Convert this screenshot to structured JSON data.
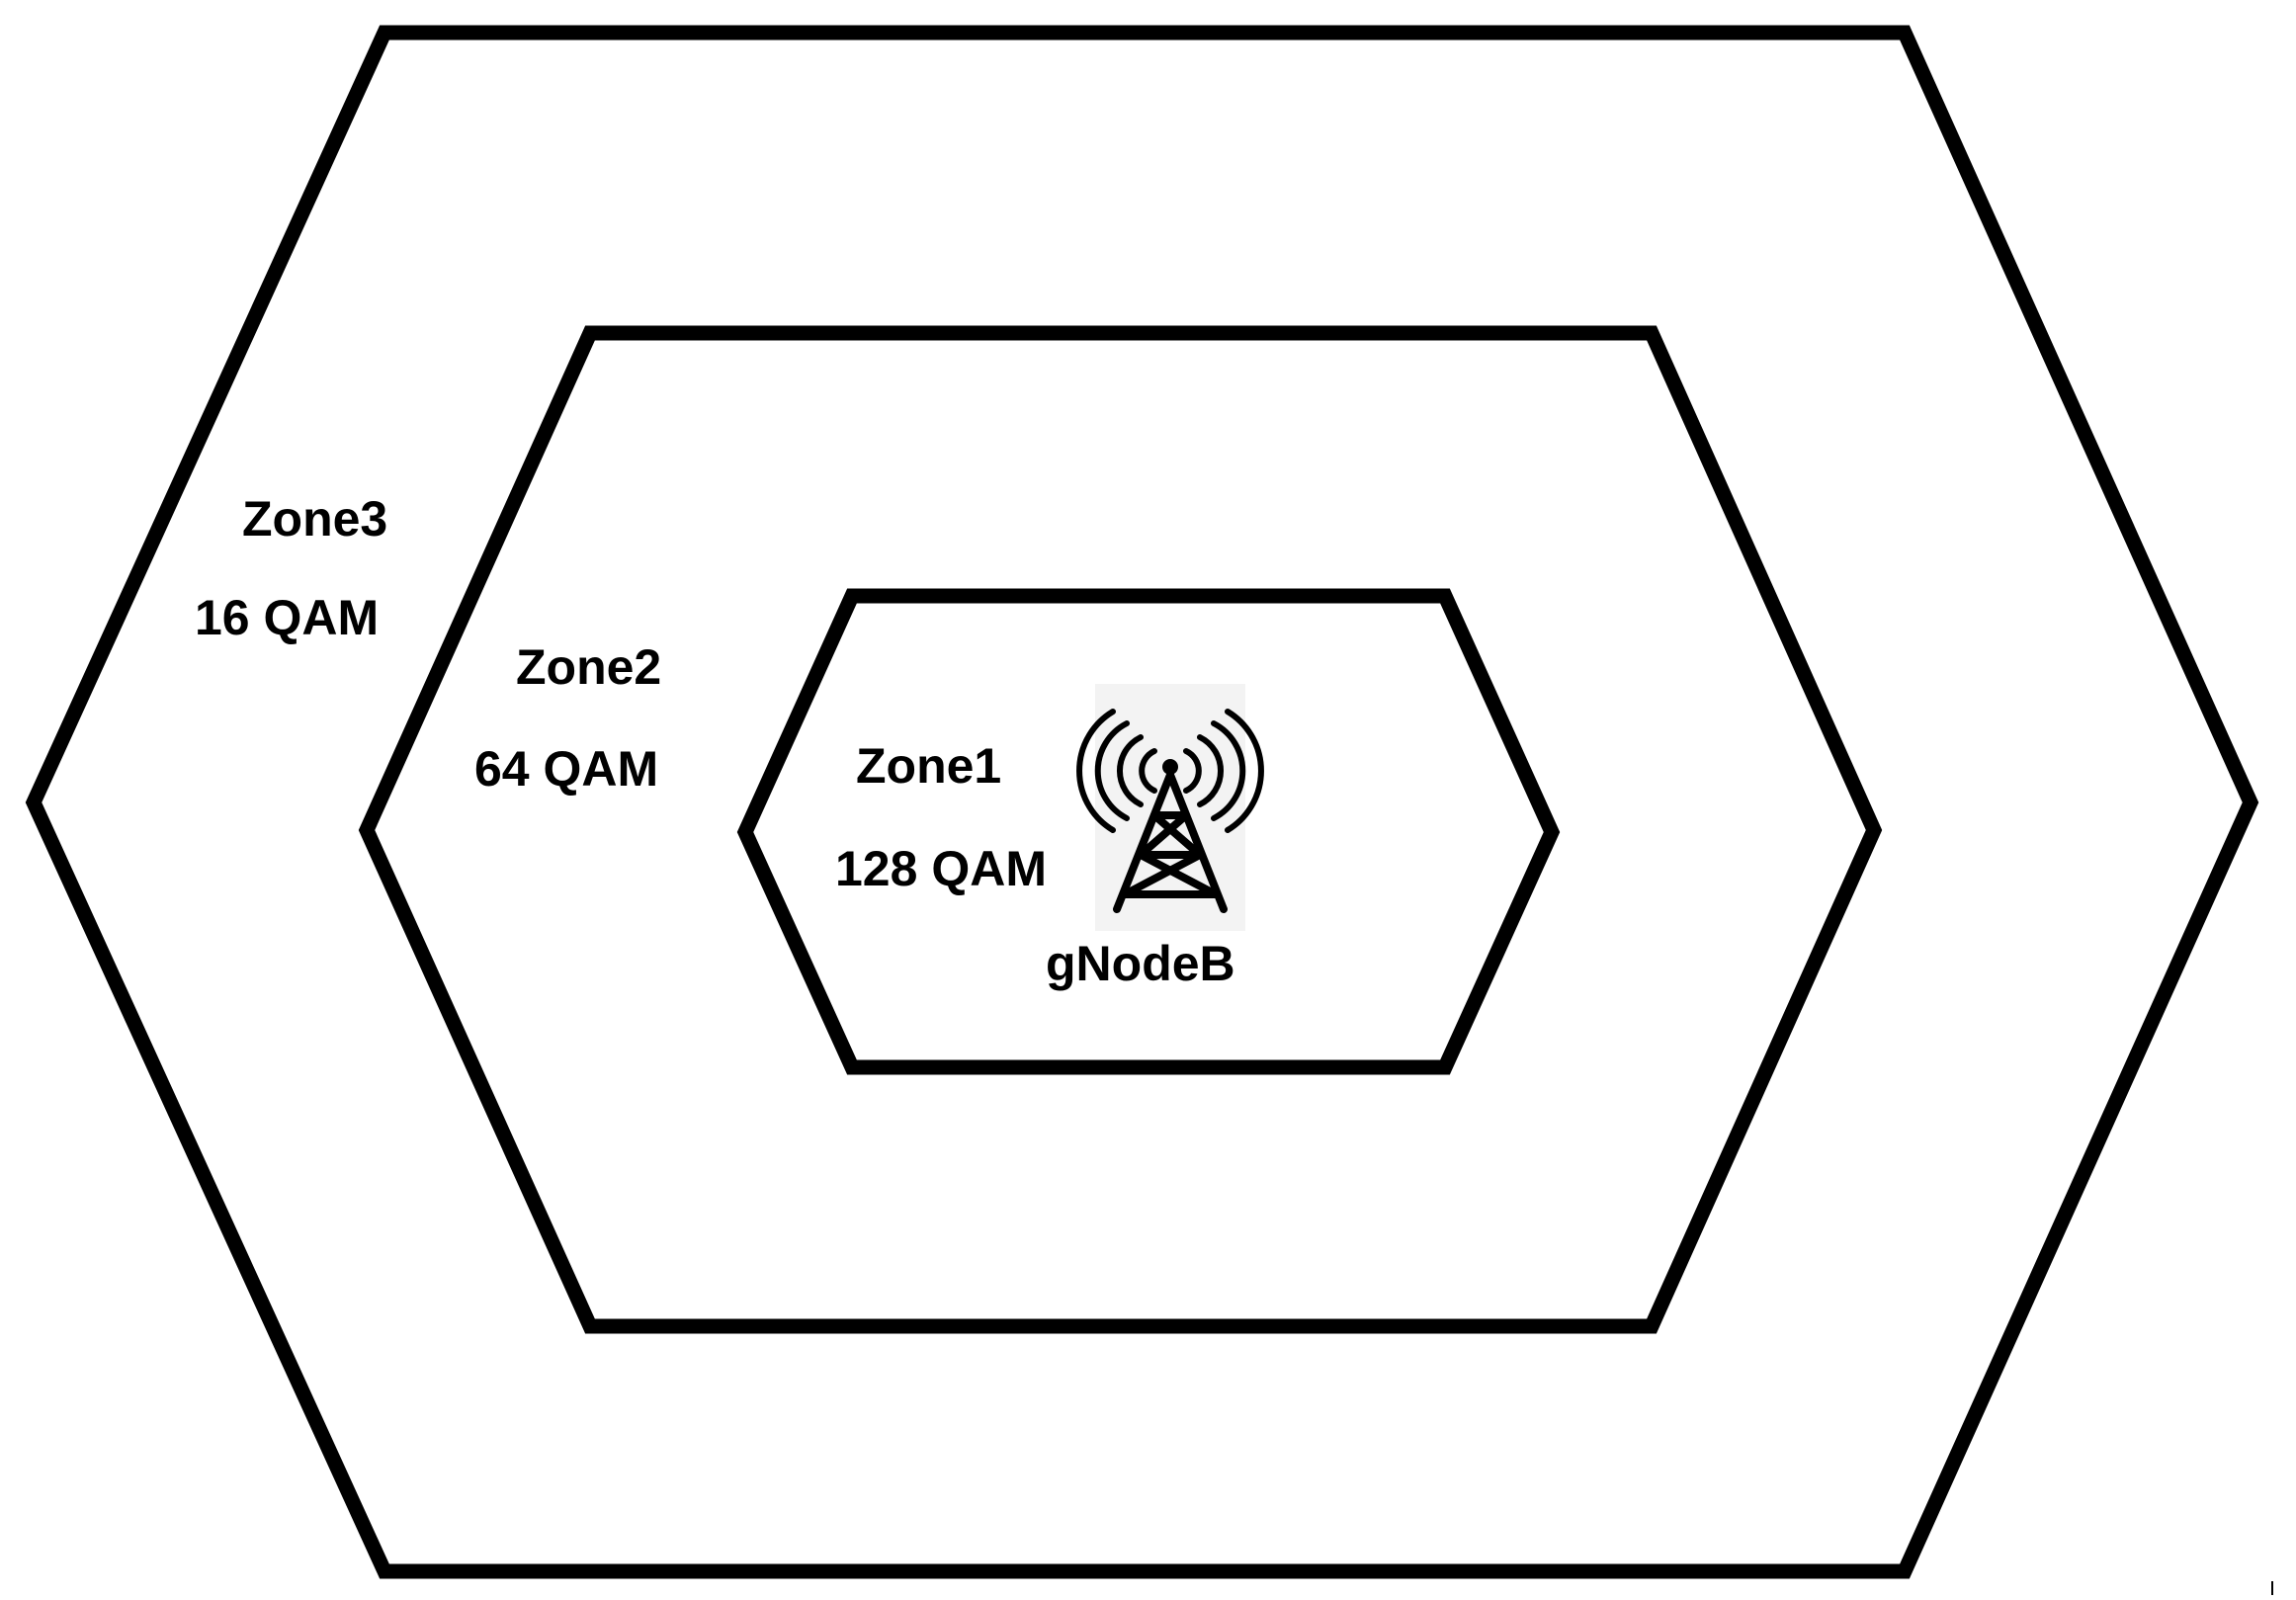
{
  "diagram": {
    "zones": [
      {
        "id": "zone3",
        "name": "Zone3",
        "modulation": "16 QAM"
      },
      {
        "id": "zone2",
        "name": "Zone2",
        "modulation": "64 QAM"
      },
      {
        "id": "zone1",
        "name": "Zone1",
        "modulation": "128 QAM"
      }
    ],
    "base_station": {
      "label": "gNodeB",
      "icon": "cell-tower-icon"
    },
    "colors": {
      "outline": "#000000",
      "background": "#ffffff",
      "icon_background": "#f3f3f3"
    }
  }
}
